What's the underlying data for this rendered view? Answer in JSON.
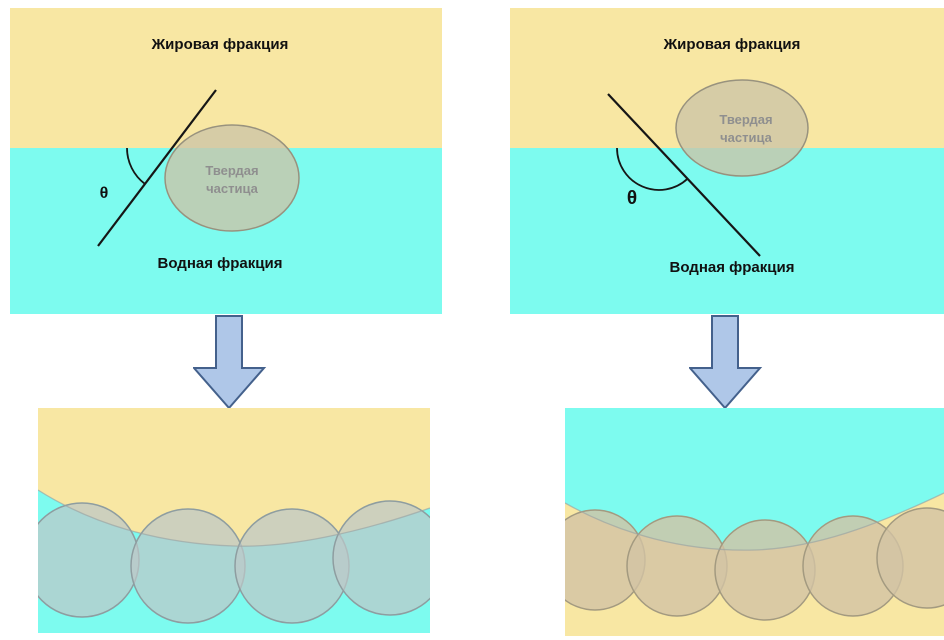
{
  "colors": {
    "fat": "#F8E7A3",
    "water": "#7DFBEF",
    "particle_fill": "#CCC4A6",
    "particle_stroke": "#98927E",
    "particle_text": "#8F8F8F",
    "contact_line": "#161616",
    "arrow_fill": "#AFC7E8",
    "arrow_stroke": "#44618C",
    "bl_particle_fill": "#BCC8C8",
    "bl_particle_stroke": "#8E9DA0",
    "br_particle_fill": "#D2C3A4",
    "br_particle_stroke": "#A39A80",
    "interface_line": "#9AA3A3"
  },
  "top_left": {
    "fat_label": "Жировая фракция",
    "water_label": "Водная фракция",
    "particle_label_line1": "Твердая",
    "particle_label_line2": "частица",
    "angle_label": "θ"
  },
  "top_right": {
    "fat_label": "Жировая фракция",
    "water_label": "Водная фракция",
    "particle_label_line1": "Твердая",
    "particle_label_line2": "частица",
    "angle_label": "θ"
  }
}
